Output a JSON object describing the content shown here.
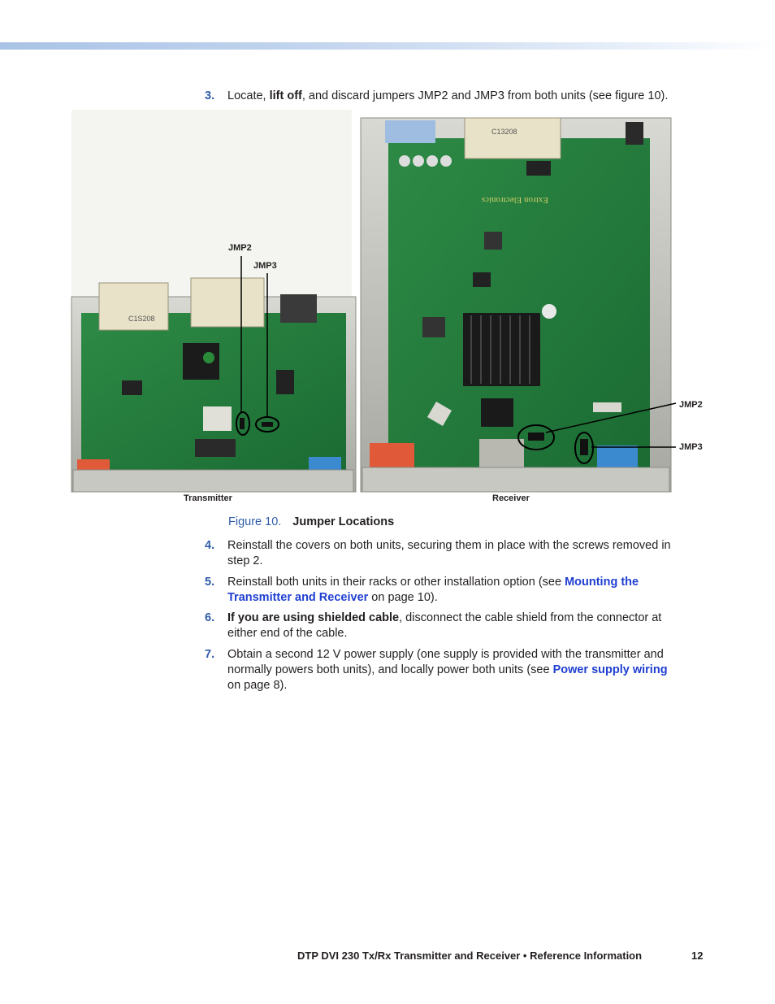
{
  "steps": [
    {
      "num": "3.",
      "pre": "Locate, ",
      "bold": "lift off",
      "post": ", and discard jumpers JMP2 and JMP3 from both units (see figure 10)."
    },
    {
      "num": "4.",
      "text1": "Reinstall the covers on both units, securing them in place with the screws removed in",
      "text2": "step 2."
    },
    {
      "num": "5.",
      "pre": "Reinstall both units in their racks or other installation option (see ",
      "link1": "Mounting the",
      "link2": "Transmitter and Receiver",
      "post": " on page 10)."
    },
    {
      "num": "6.",
      "bold": "If you are using shielded cable",
      "post": ", disconnect the cable shield from the connector at",
      "line2": "either end of the cable."
    },
    {
      "num": "7.",
      "line1": "Obtain a second 12 V power supply (one supply is provided with the transmitter and",
      "pre2": "normally powers both units), and locally power both units (see ",
      "link": "Power supply wiring",
      "line3": "on page 8)."
    }
  ],
  "figure": {
    "number": "Figure 10.",
    "title": "Jumper Locations",
    "labels": {
      "tx_jmp2": "JMP2",
      "tx_jmp3": "JMP3",
      "rx_jmp2": "JMP2",
      "rx_jmp3": "JMP3",
      "transmitter": "Transmitter",
      "receiver": "Receiver"
    },
    "board_text": {
      "tx_connector": "C1S208",
      "rx_connector": "C13208",
      "brand": "Extron Electronics"
    }
  },
  "footer": {
    "title": "DTP DVI 230 Tx/Rx Transmitter and Receiver • Reference Information",
    "page": "12"
  },
  "colors": {
    "accent": "#2f5ca8",
    "link": "#1f3fd1",
    "board_green": "#1f7a3a",
    "top_bar": "#a9c3e6"
  }
}
